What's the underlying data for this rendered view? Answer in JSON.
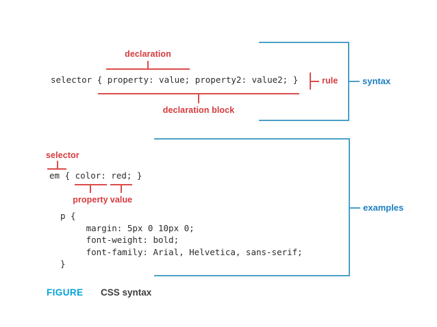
{
  "colors": {
    "annotation_red": "#d53a3c",
    "bracket_blue": "#4aa0c8",
    "blue_label_text": "#1b7ec0",
    "figure_label_cyan": "#00a2dc",
    "code_text": "#2b2b2b"
  },
  "syntax_section": {
    "code_line": "selector { property: value; property2: value2; }",
    "declaration_label": "declaration",
    "declaration_block_label": "declaration block",
    "rule_label": "rule",
    "bracket_label": "syntax"
  },
  "examples_section": {
    "selector_label": "selector",
    "em_code_line": "em { color: red; }",
    "property_label": "property",
    "value_label": "value",
    "p_code_block": "p {\n     margin: 5px 0 10px 0;\n     font-weight: bold;\n     font-family: Arial, Helvetica, sans-serif;\n}",
    "bracket_label": "examples"
  },
  "caption": {
    "figure_label": "FIGURE",
    "text": "CSS syntax"
  }
}
